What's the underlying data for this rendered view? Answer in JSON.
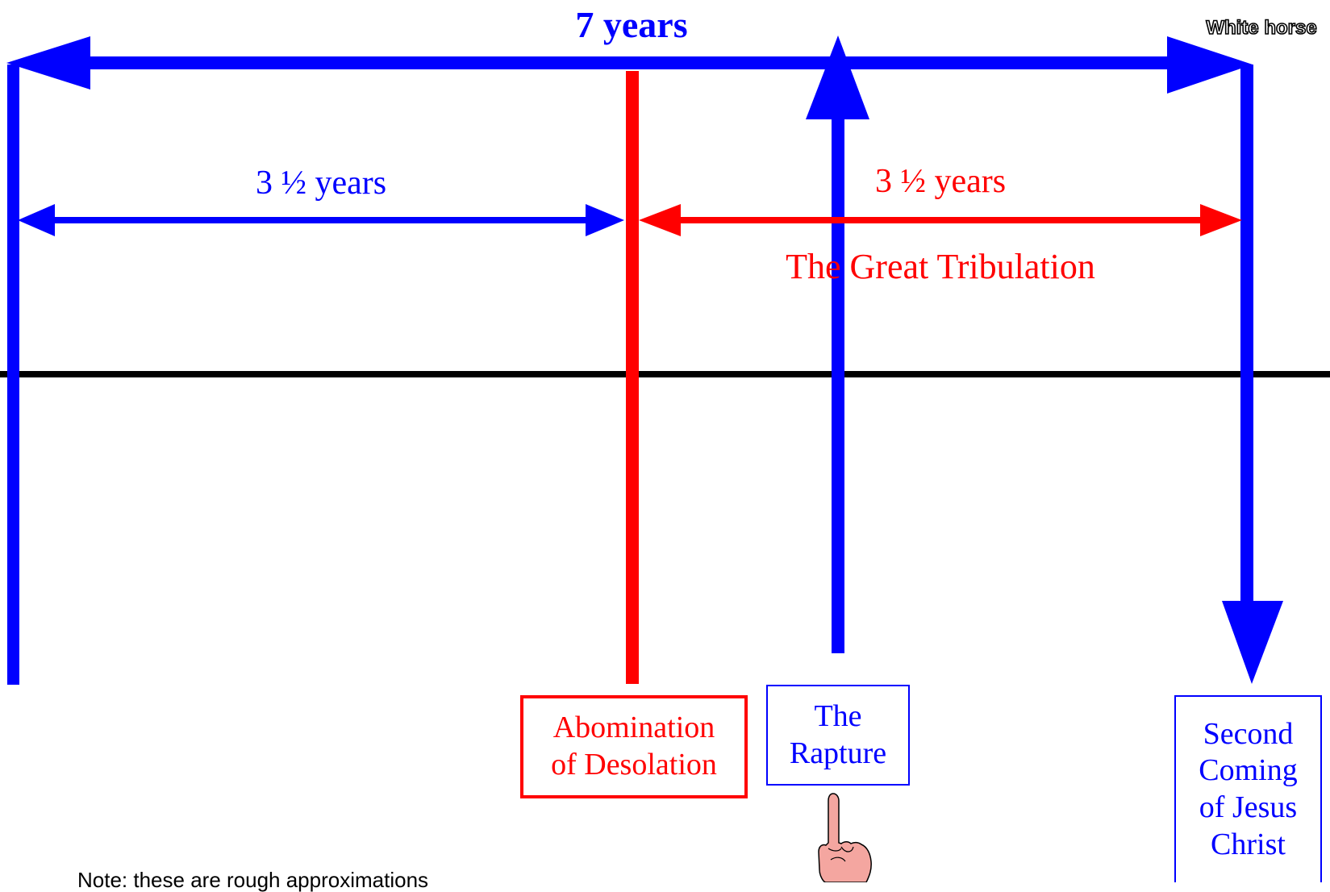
{
  "header": {
    "title": "7 years",
    "corner_label": "White horse"
  },
  "spans": {
    "first_half_label": "3 ½ years",
    "second_half_label": "3 ½ years",
    "second_half_name": "The Great Tribulation"
  },
  "events": {
    "abomination": {
      "line1": "Abomination",
      "line2": "of Desolation"
    },
    "rapture": {
      "line1": "The",
      "line2": "Rapture"
    },
    "second_coming": {
      "line1": "Second",
      "line2": "Coming",
      "line3": "of Jesus",
      "line4": "Christ"
    }
  },
  "note": "Note: these are rough approximations",
  "colors": {
    "blue": "#0000ff",
    "red": "#ff0000",
    "black": "#000000",
    "hand_skin": "#f4a6a0"
  },
  "icons": {
    "pointer": "pointing-hand-icon"
  }
}
